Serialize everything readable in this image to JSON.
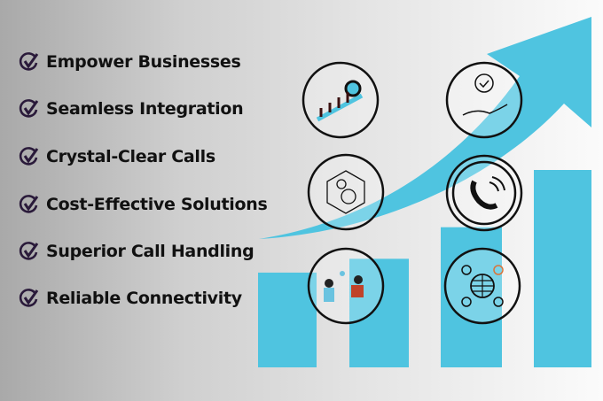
{
  "features": [
    {
      "label": "Empower Businesses",
      "icon": "check-circle-icon"
    },
    {
      "label": "Seamless Integration",
      "icon": "check-circle-icon"
    },
    {
      "label": "Crystal-Clear Calls",
      "icon": "check-circle-icon"
    },
    {
      "label": "Cost-Effective Solutions",
      "icon": "check-circle-icon"
    },
    {
      "label": "Superior Call Handling",
      "icon": "check-circle-icon"
    },
    {
      "label": "Reliable Connectivity",
      "icon": "check-circle-icon"
    }
  ],
  "growth_bars": [
    0.48,
    0.55,
    0.71,
    1.0
  ],
  "colors": {
    "accent": "#4fc4e0",
    "text": "#111111",
    "check": "#2a1a3a"
  },
  "circle_icons": [
    "team-growth-icon",
    "idea-hand-icon",
    "integration-gears-icon",
    "phone-call-icon",
    "team-collaboration-icon",
    "global-network-icon"
  ]
}
